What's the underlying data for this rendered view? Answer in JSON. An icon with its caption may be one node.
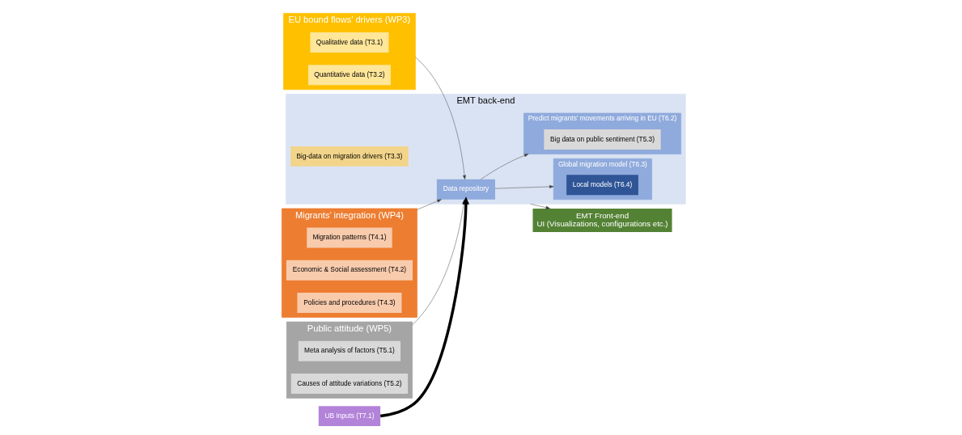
{
  "diagram": {
    "nodes": [
      {
        "text": [
          "EU bound flows’ drivers (WP3)"
        ]
      },
      {
        "text": [
          "Qualitative data (T3.1)"
        ],
        "in": 0
      },
      {
        "text": [
          "Quantitative data (T3.2)"
        ],
        "in": 0
      },
      {
        "text": [
          "Migrants’ integration (WP4)"
        ]
      },
      {
        "text": [
          "Migration patterns (T4.1)"
        ],
        "in": 3
      },
      {
        "text": [
          "Economic & Social assessment (T4.2)"
        ],
        "in": 3
      },
      {
        "text": [
          "Policies and procedures (T4.3)"
        ],
        "in": 3
      },
      {
        "text": [
          "Public attitude (WP5)"
        ]
      },
      {
        "text": [
          "Meta analysis of factors (T5.1)"
        ],
        "in": 7
      },
      {
        "text": [
          "Causes of attitude variations (T5.2)"
        ],
        "in": 7
      },
      {
        "text": [
          "EMT back-end"
        ]
      },
      {
        "text": [
          "Data repository"
        ],
        "in": 10
      },
      {
        "text": [
          "Global migration model (T6.3)"
        ],
        "in": 10
      },
      {
        "text": [
          "Local models (T6.4)"
        ],
        "in": 12
      },
      {
        "text": [
          "Big-data on migration drivers (T3.3)"
        ],
        "in": 10
      },
      {
        "text": [
          "Predict migrants’ movements arriving in EU (T6.2)"
        ],
        "in": 10
      },
      {
        "text": [
          "Big data on public sentiment (T5.3)"
        ],
        "in": 15
      },
      {
        "text": [
          "UB Inputs (T7.1)"
        ]
      },
      {
        "text": [
          "EMT Front-end",
          "UI (Visualizations, configurations etc.)"
        ]
      }
    ],
    "edges": [
      {
        "from": 0,
        "to": 11,
        "arrow": "to"
      },
      {
        "from": 3,
        "to": 11,
        "arrow": "to"
      },
      {
        "from": 7,
        "to": 11,
        "arrow": "to"
      },
      {
        "from": 17,
        "to": 11,
        "arrow": "to",
        "style": "thick"
      },
      {
        "from": 11,
        "to": 12,
        "arrow": "to"
      },
      {
        "from": 11,
        "to": 15,
        "arrow": "to"
      },
      {
        "from": 10,
        "to": 18,
        "arrow": "to"
      }
    ]
  }
}
